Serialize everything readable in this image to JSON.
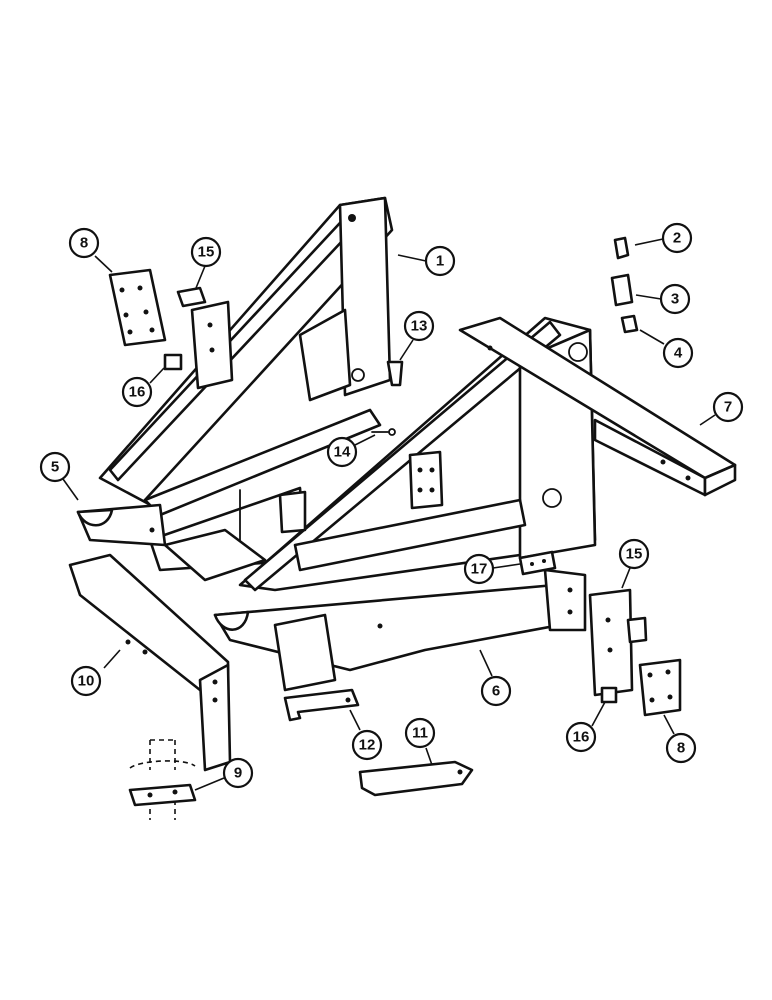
{
  "callouts": [
    {
      "id": "c-1",
      "label": "1"
    },
    {
      "id": "c-2",
      "label": "2"
    },
    {
      "id": "c-3",
      "label": "3"
    },
    {
      "id": "c-4",
      "label": "4"
    },
    {
      "id": "c-5",
      "label": "5"
    },
    {
      "id": "c-6",
      "label": "6"
    },
    {
      "id": "c-7",
      "label": "7"
    },
    {
      "id": "c-8a",
      "label": "8"
    },
    {
      "id": "c-8b",
      "label": "8"
    },
    {
      "id": "c-9",
      "label": "9"
    },
    {
      "id": "c-10",
      "label": "10"
    },
    {
      "id": "c-11",
      "label": "11"
    },
    {
      "id": "c-12",
      "label": "12"
    },
    {
      "id": "c-13",
      "label": "13"
    },
    {
      "id": "c-14",
      "label": "14"
    },
    {
      "id": "c-15a",
      "label": "15"
    },
    {
      "id": "c-15b",
      "label": "15"
    },
    {
      "id": "c-16a",
      "label": "16"
    },
    {
      "id": "c-16b",
      "label": "16"
    },
    {
      "id": "c-17",
      "label": "17"
    }
  ],
  "colors": {
    "line": "#111111",
    "background": "#ffffff"
  }
}
